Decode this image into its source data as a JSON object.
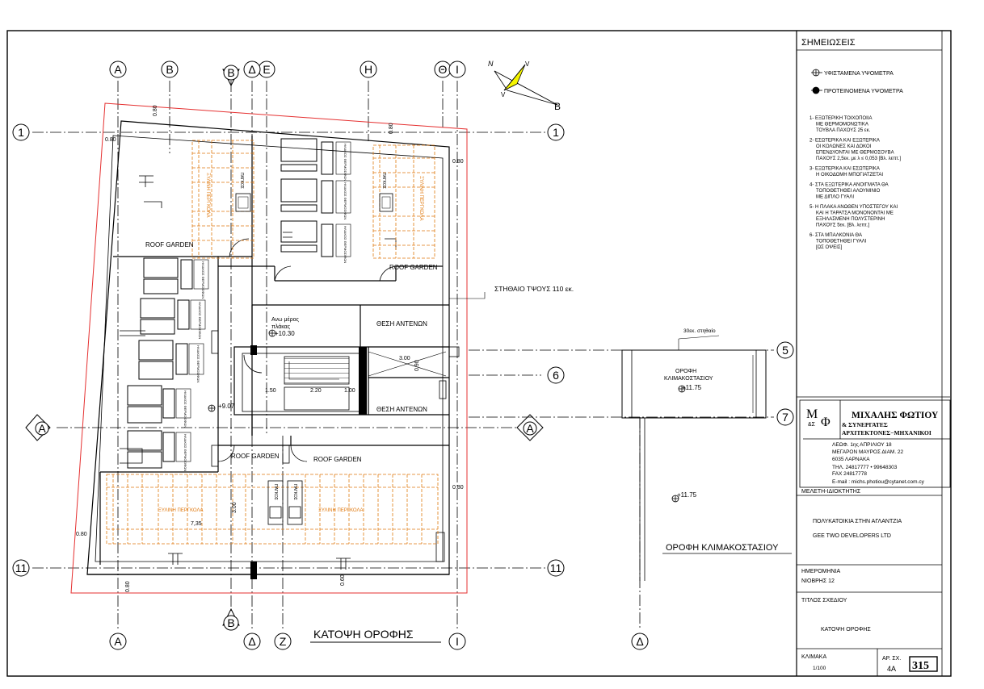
{
  "grid_lines": {
    "top": [
      "A",
      "B",
      "B",
      "Δ",
      "E",
      "H",
      "Θ",
      "I"
    ],
    "bottom": [
      "B",
      "A",
      "Δ",
      "Z",
      "I",
      "Δ"
    ],
    "left": [
      "1",
      "11"
    ],
    "right": [
      "1",
      "5",
      "6",
      "7",
      "11"
    ],
    "section": "A"
  },
  "north_arrow": {
    "n": "N",
    "b": "B",
    "v1": "V",
    "v2": "V"
  },
  "dims": {
    "d080": "0.80",
    "d300": "3.00",
    "d150": "1.50",
    "d220": "2.20",
    "d100": "1.00",
    "d090": "0.90",
    "d735": "7,35",
    "d060": "0.60"
  },
  "labels": {
    "roof_garden": "ROOF GARDEN",
    "roof_garden_2": "ROOF GARDEN",
    "roof_garden_3": "ROOF GARDEN",
    "roof_garden_4": "ROOF GARDEN",
    "parapet": "ΣΤΗΘΑΙΟ ΤΨΟΥΣ 110 εκ.",
    "antenna_1": "ΘΕΣΗ ΑΝΤΕΝΩΝ",
    "antenna_2": "ΘΕΣΗ ΑΝΤΕΝΩΝ",
    "slab_top_1": "Ανω μέρος",
    "slab_top_2": "πλάκας",
    "level_1030": "+10.30",
    "level_907": "+9.07",
    "level_1175": "+11.75",
    "level_1175b": "+11.75",
    "parapet_30": "30εκ. στηθαίο",
    "stair_roof_1": "ΟΡΟΦΗ",
    "stair_roof_2": "ΚΛΙΜΑΚΟΣΤΑΣΙΟΥ",
    "pergola_left": "ΞΥΛΙΝΗ ΠΕΡΓΚΟΛΑ",
    "pergola_right": "ΞΥΛΙΝΗ ΠΕΡΓΚΟΛΑ",
    "pergola_top_left": "ΞΥΛΙΝΗ ΠΕΡΓΚΟΛΑ",
    "pergola_top_right": "ΞΥΛΙΝΗ ΠΕΡΓΚΟΛΑ",
    "pagkos": "ΠΑΓΚΟΣ",
    "heater": "ΗΛΙΑΚΟΣ ΘΕΡΜΟΣΙΦΩΝ",
    "title_main": "ΚΑΤΟΨΗ ΟΡΟΦΗΣ",
    "title_stair": "ΟΡΟΦΗ ΚΛΙΜΑΚΟΣΤΑΣΙΟΥ"
  },
  "notes": {
    "header": "ΣΗΜΕΙΩΣΕΙΣ",
    "legend_existing": "ΥΦΙΣΤΑΜΕΝΑ ΥΨΟΜΕΤΡΑ",
    "legend_proposed": "ΠΡΟΤΕΙΝΟΜΕΝΑ ΥΨΟΜΕΤΡΑ",
    "items": [
      [
        "1- ΕΞΩΤΕΡΙΚΗ ΤΟΙΧΟΠΟΙΙΑ",
        "ΜΕ ΘΕΡΜΟΜΟΝΩΤΙΚΑ",
        "ΤΟΥΒΛΑ ΠΑΧΟΥΣ   25 εκ."
      ],
      [
        "2- ΕΣΩΤΕΡΙΚΑ ΚΑΙ ΕΞΩΤΕΡΙΚΑ",
        "ΟΙ ΚΟΛΩΝΕΣ ΚΑΙ ΔΟΚΟΙ",
        "ΕΠΕΝΔΥΟΝΤΑΙ ΜΕ ΘΕΡΜΟΣΟΥΒΑ",
        "ΠΑΧΟΥΣ 2,5εκ. με λ ≤ 0,053 [Βλ. λεπτ.]"
      ],
      [
        "3- ΕΞΩΤΕΡΙΚΑ ΚΑΙ ΕΣΩΤΕΡΙΚΑ",
        "Η ΟΙΚΟΔΟΜΗ ΜΠΟΓΙΑΤΖΕΤΑΙ"
      ],
      [
        "4- ΣΤΑ ΕΞΩΤΕΡΙΚΑ ΑΝΟΙΓΜΑΤΑ ΘΑ",
        "ΤΟΠΟΘΕΤΗΘΕΙ ΑΛΟΥΜΙΝΙΟ",
        "ΜΕ ΔΙΠΛΟ ΓΥΑΛΙ"
      ],
      [
        "5- Η ΠΛΑΚΑ ΑΝΩΘΕΝ ΥΠΟΣΤΕΓΟΥ ΚΑΙ",
        "ΚΑΙ Η ΤΑΡΑΤΣΑ ΜΟΝΟΝΟΝΤΑΙ ΜΕ",
        "ΕΞΗΛΑΣΜΕΝΗ ΠΟΛΥΣΤΕΡΙΝΗ",
        "ΠΑΧΟΥΣ 5εκ. [Βλ. λεπτ.]"
      ],
      [
        "6- ΣΤΑ  ΜΠΑΛΚΟΝΙΑ ΘΑ",
        "ΤΟΠΟΘΕΤΗΘΕΙ ΓΥΑΛΙ",
        "[ΩΣ ΟΨΕΙΣ]"
      ]
    ]
  },
  "firm": {
    "logo_m": "M",
    "logo_f": "Φ",
    "logo_amp": "&Σ",
    "name": "ΜΙΧΑΛΗΣ ΦΩΤΙΟΥ",
    "partners": "& ΣΥΝΕΡΓΑΤΕΣ",
    "profession": "ΑΡΧΙΤΕΚΤΟΝΕΣ−ΜΗΧΑΝΙΚΟΙ",
    "address1": "ΛΕΩΦ. 1ης ΑΠΡΙΛΙΟΥ 18",
    "address2": "ΜΕΓΑΡΟΝ ΜΑΥΡΟΣ ΔΙΑΜ. 22",
    "address3": "6035 ΛΑΡΝΑΚΑ",
    "phone": "ΤΗΛ. 24817777 • 99648303",
    "fax": "FAX  24817778",
    "email": "E-mail : michs.photiou@cytanet.com.cy"
  },
  "titleblock": {
    "study_label": "ΜΕΛΕΤΗ-ΙΔΙΟΚΤΗΤΗΣ",
    "project": "ΠΟΛΥΚΑΤΟΙΚΙΑ ΣΤΗΝ ΑΓΛΑΝΤΖΙΑ",
    "owner": "GEE TWO DEVELOPERS LTD",
    "date_label": "ΗΜΕΡΟΜΗΝΙΑ",
    "date": "ΝΙΟΒΡΗΣ 12",
    "title_label": "ΤΙΤΛΟΣ  ΣΧΕΔΙΟΥ",
    "title": "ΚΑΤΟΨΗ ΟΡΟΦΗΣ",
    "scale_label": "ΚΛΙΜΑΚΑ",
    "scale": "1/100",
    "sheet_label": "ΑΡ. ΣΧ.",
    "sheet": "4A",
    "number": "315"
  }
}
